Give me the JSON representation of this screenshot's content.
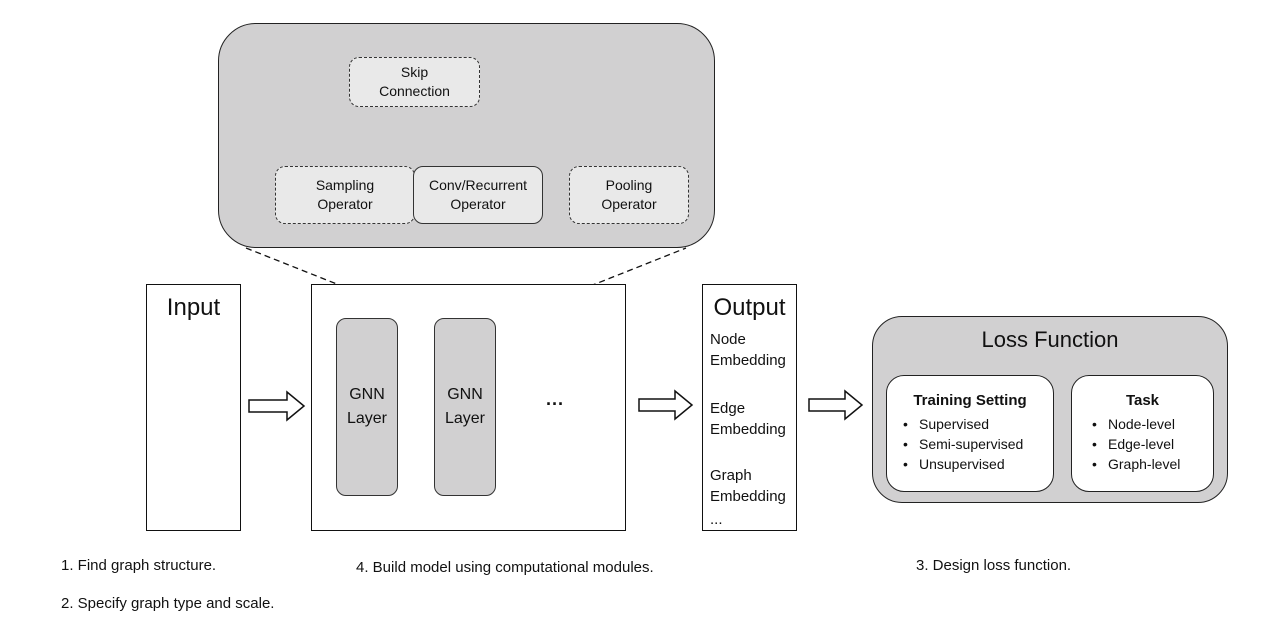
{
  "modules_panel": {
    "skip_connection": "Skip\nConnection",
    "sampling_operator": "Sampling\nOperator",
    "conv_recurrent_operator": "Conv/Recurrent\nOperator",
    "pooling_operator": "Pooling\nOperator"
  },
  "input": {
    "title": "Input"
  },
  "model": {
    "gnn_layer_1": "GNN\nLayer",
    "gnn_layer_2": "GNN\nLayer",
    "ellipsis": "···"
  },
  "output": {
    "title": "Output",
    "items": [
      "Node\nEmbedding",
      "Edge\nEmbedding",
      "Graph\nEmbedding",
      "..."
    ]
  },
  "loss": {
    "title": "Loss Function",
    "training": {
      "title": "Training Setting",
      "items": [
        "Supervised",
        "Semi-supervised",
        "Unsupervised"
      ]
    },
    "task": {
      "title": "Task",
      "items": [
        "Node-level",
        "Edge-level",
        "Graph-level"
      ]
    }
  },
  "captions": {
    "step1": "1. Find graph structure.",
    "step2": "2. Specify graph type and scale.",
    "step4": "4. Build model using computational modules.",
    "step3": "3. Design loss function."
  },
  "colors": {
    "node_fill": "#4472c4",
    "node_stroke": "#1f3864",
    "panel_fill": "#d1d0d1",
    "box_fill": "#e9e9e9"
  }
}
